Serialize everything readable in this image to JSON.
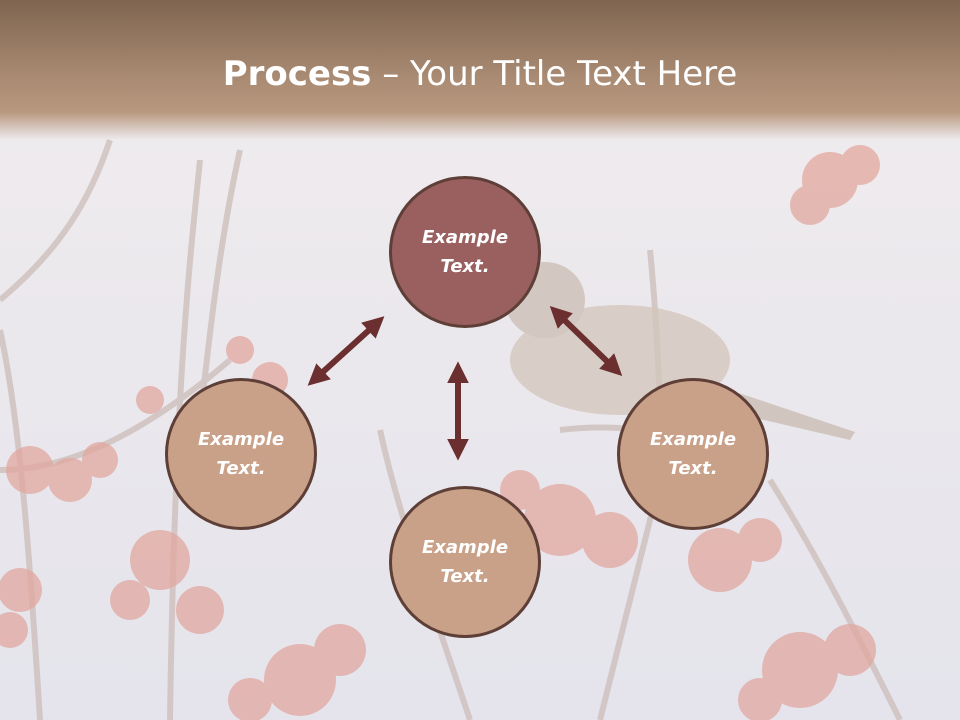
{
  "title": {
    "bold": "Process",
    "rest": " – Your Title Text Here"
  },
  "nodes": [
    {
      "id": "top",
      "line1": "Example",
      "line2": "Text."
    },
    {
      "id": "left",
      "line1": "Example",
      "line2": "Text."
    },
    {
      "id": "bottom",
      "line1": "Example",
      "line2": "Text."
    },
    {
      "id": "right",
      "line1": "Example",
      "line2": "Text."
    }
  ],
  "colors": {
    "header": "#a98a72",
    "top_node": "#9a5f5f",
    "other_nodes": "#c9a088",
    "node_border": "#5e3f38",
    "arrow": "#6b2f2f"
  }
}
